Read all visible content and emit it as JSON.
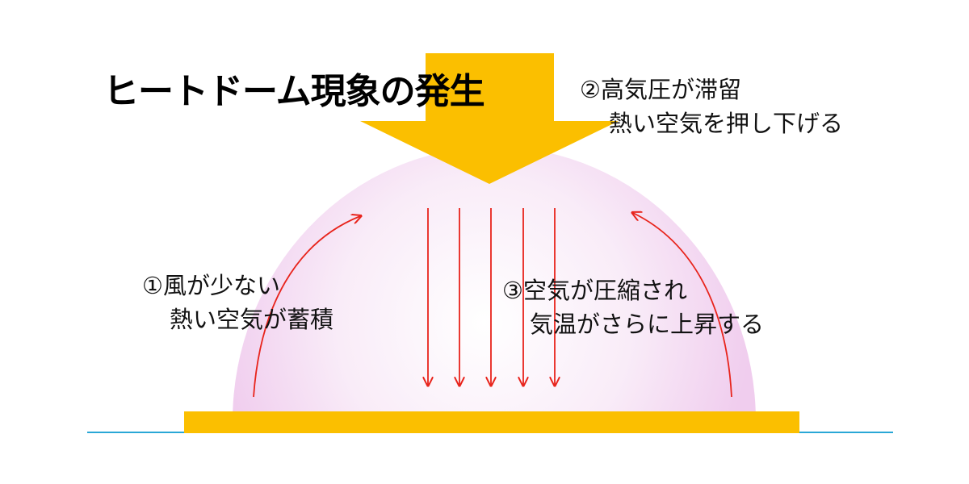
{
  "title": "ヒートドーム現象の発生",
  "notes": {
    "high_pressure": {
      "line1": "②高気圧が滞留",
      "line2": "熱い空気を押し下げる"
    },
    "low_wind": {
      "line1": "①風が少ない",
      "line2": "熱い空気が蓄積"
    },
    "compression": {
      "line1": "③空気が圧縮され",
      "line2": "気温がさらに上昇する"
    }
  },
  "colors": {
    "big_arrow": "#fbbf00",
    "ground_bar": "#fbbf00",
    "dome_center": "#ffffff",
    "dome_edge": "#f0cdee",
    "air_arrows": "#e8231b",
    "ground_line": "#29a7d6"
  }
}
